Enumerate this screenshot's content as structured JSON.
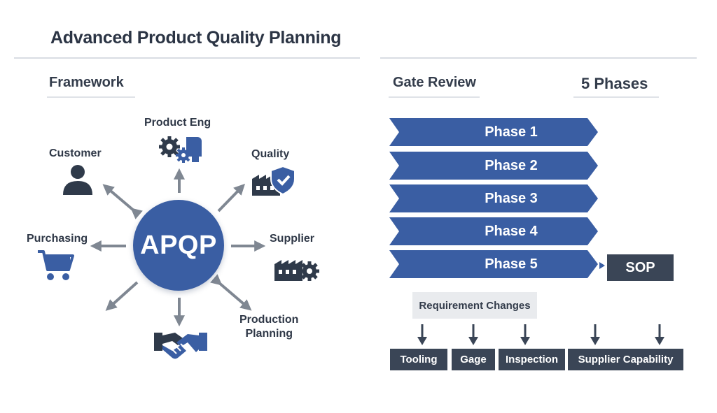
{
  "title": "Advanced Product Quality Planning",
  "framework": {
    "heading": "Framework",
    "hub_label": "APQP",
    "nodes": {
      "product_eng": {
        "label": "Product Eng",
        "icon": "gears-document-icon"
      },
      "customer": {
        "label": "Customer",
        "icon": "person-icon"
      },
      "quality": {
        "label": "Quality",
        "icon": "factory-shield-icon"
      },
      "purchasing": {
        "label": "Purchasing",
        "icon": "shopping-cart-icon"
      },
      "supplier": {
        "label": "Supplier",
        "icon": "factory-gear-icon"
      },
      "production_planning": {
        "label_line1": "Production",
        "label_line2": "Planning"
      },
      "bottom": {
        "icon": "handshake-icon"
      }
    }
  },
  "gate_review": {
    "heading": "Gate Review",
    "phases_heading": "5 Phases",
    "phases": [
      "Phase 1",
      "Phase 2",
      "Phase 3",
      "Phase 4",
      "Phase 5"
    ],
    "sop": "SOP",
    "requirement_changes": "Requirement Changes",
    "outputs": [
      "Tooling",
      "Gage",
      "Inspection",
      "Supplier Capability"
    ]
  },
  "colors": {
    "hub_blue": "#3a5ea3",
    "phase_blue": "#3a5ea3",
    "dark_box": "#3a4556",
    "arrow_gray": "#7f8792"
  }
}
